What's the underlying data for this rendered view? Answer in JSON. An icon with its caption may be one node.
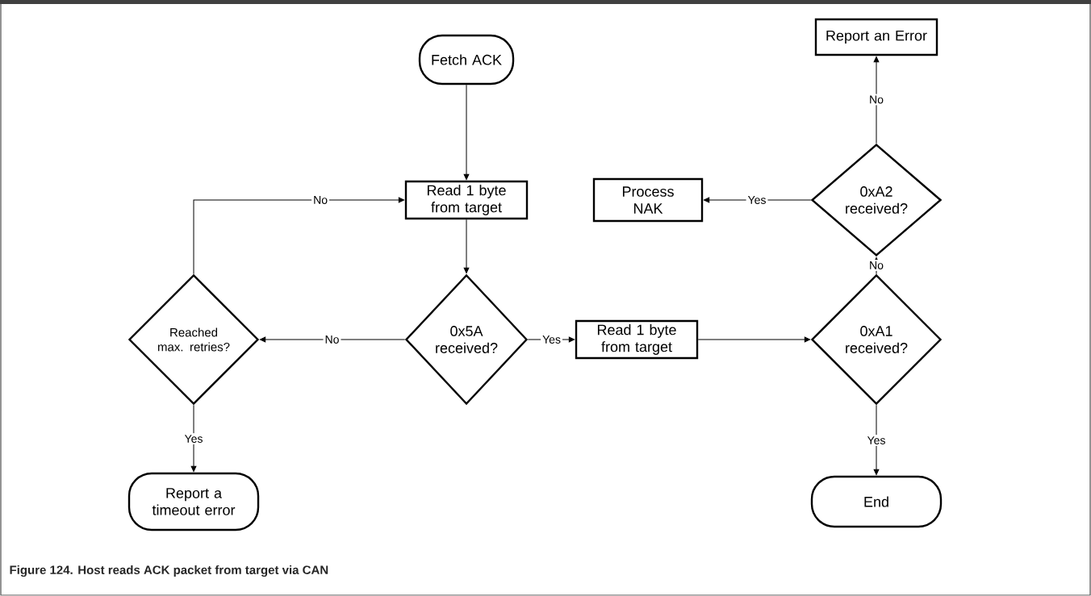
{
  "diagram": {
    "caption": "Figure 124. Host reads ACK packet from target via CAN",
    "nodes": [
      {
        "text": [
          "Fetch ACK"
        ]
      },
      {
        "text": [
          "Read 1 byte from target"
        ]
      },
      {
        "text": [
          "0x5A received?"
        ]
      },
      {
        "text": [
          "Reached max. retries?"
        ]
      },
      {
        "text": [
          "Report a timeout error"
        ]
      },
      {
        "text": [
          "Read 1 byte from target"
        ]
      },
      {
        "text": [
          "0xA1 received?"
        ]
      },
      {
        "text": [
          "End"
        ]
      },
      {
        "text": [
          "0xA2 received?"
        ]
      },
      {
        "text": [
          "Process NAK"
        ]
      },
      {
        "text": [
          "Report an Error"
        ]
      }
    ],
    "edges": [
      {
        "from": 0,
        "to": 1,
        "arrow": "to"
      },
      {
        "from": 1,
        "to": 2,
        "arrow": "to"
      },
      {
        "from": 2,
        "to": 3,
        "arrow": "to",
        "label": "No"
      },
      {
        "from": 3,
        "to": 1,
        "arrow": "to",
        "label": "No"
      },
      {
        "from": 3,
        "to": 4,
        "arrow": "to",
        "label": "Yes"
      },
      {
        "from": 2,
        "to": 5,
        "arrow": "to",
        "label": "Yes"
      },
      {
        "from": 5,
        "to": 6,
        "arrow": "to"
      },
      {
        "from": 6,
        "to": 7,
        "arrow": "to",
        "label": "Yes"
      },
      {
        "from": 6,
        "to": 8,
        "arrow": "to",
        "label": "No"
      },
      {
        "from": 8,
        "to": 9,
        "arrow": "to",
        "label": "Yes"
      },
      {
        "from": 8,
        "to": 10,
        "arrow": "to",
        "label": "No"
      }
    ]
  }
}
